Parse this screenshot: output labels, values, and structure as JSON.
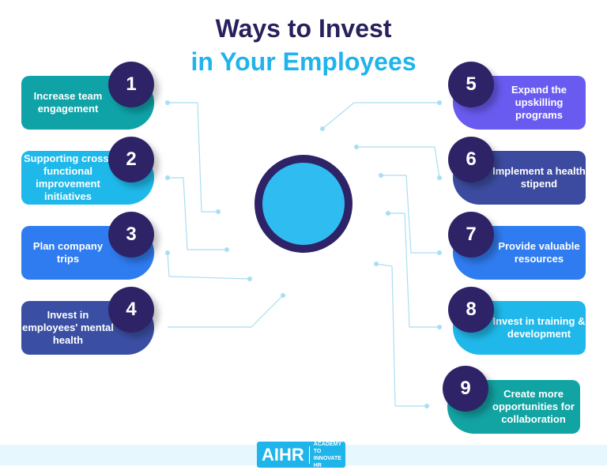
{
  "title": {
    "line1": "Ways to Invest",
    "line2": "in Your Employees"
  },
  "items": [
    {
      "n": "1",
      "text": "Increase team engagement",
      "color": "#0fa3a8"
    },
    {
      "n": "2",
      "text": "Supporting cross-functional improvement initiatives",
      "color": "#1eb9ea"
    },
    {
      "n": "3",
      "text": "Plan company trips",
      "color": "#2f7cf0"
    },
    {
      "n": "4",
      "text": "Invest in employees' mental health",
      "color": "#3a4fa3"
    },
    {
      "n": "5",
      "text": "Expand the upskilling programs",
      "color": "#6a5bf0"
    },
    {
      "n": "6",
      "text": "Implement a health stipend",
      "color": "#3c4b9f"
    },
    {
      "n": "7",
      "text": "Provide valuable resources",
      "color": "#2f7cf0"
    },
    {
      "n": "8",
      "text": "Invest in training & development",
      "color": "#20b8ea"
    },
    {
      "n": "9",
      "text": "Create more opportunities for collaboration",
      "color": "#12a3a3"
    }
  ],
  "logo": {
    "brand": "AIHR",
    "tagline": "ACADEMY TO INNOVATE HR"
  }
}
